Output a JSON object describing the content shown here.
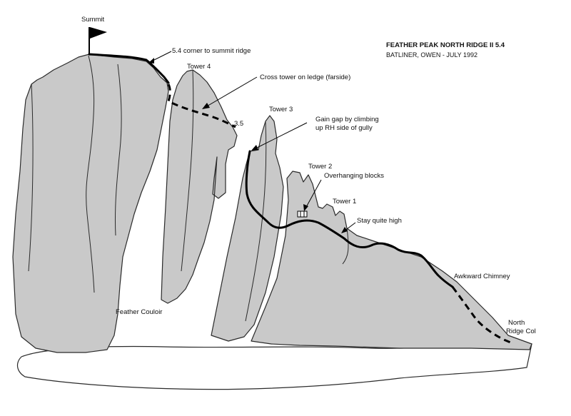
{
  "title": "FEATHER PEAK NORTH RIDGE II 5.4",
  "subtitle": "BATLINER, OWEN - JULY 1992",
  "labels": {
    "summit": "Summit",
    "corner": "5.4 corner to summit ridge",
    "tower4": "Tower 4",
    "cross_tower": "Cross tower on ledge (farside)",
    "grade_35": "3.5",
    "tower3": "Tower 3",
    "gain_gap_1": "Gain gap by climbing",
    "gain_gap_2": "up RH side of gully",
    "tower2": "Tower 2",
    "overhanging": "Overhanging blocks",
    "tower1": "Tower 1",
    "stay_high": "Stay quite high",
    "awkward": "Awkward Chimney",
    "couloir": "Feather Couloir",
    "col_1": "North",
    "col_2": "Ridge Col"
  },
  "icons": {
    "summit_flag": "flag-icon",
    "blocks": "block-icon"
  }
}
